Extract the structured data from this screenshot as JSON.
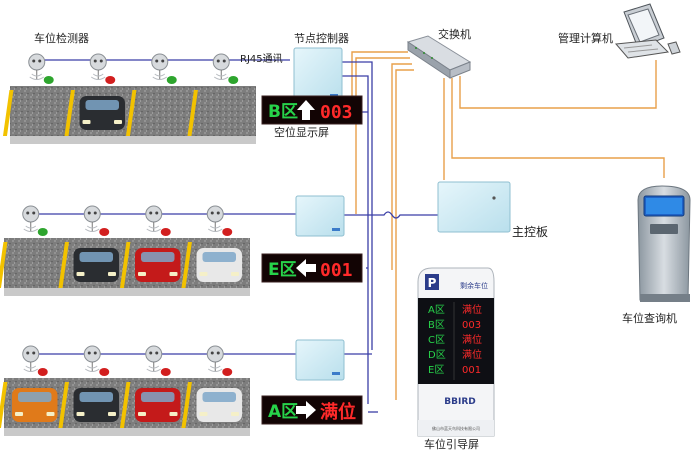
{
  "labels": {
    "detector": "车位检测器",
    "node_controller": "节点控制器",
    "rj45": "RJ45通讯",
    "vacancy_display": "空位显示屏",
    "switch": "交换机",
    "mgmt_computer": "管理计算机",
    "main_board": "主控板",
    "query_kiosk": "车位查询机",
    "guide_screen": "车位引导屏"
  },
  "displays": [
    {
      "zone": "B区",
      "arrow": "up",
      "value": "003",
      "value_color": "#ff2a2a"
    },
    {
      "zone": "E区",
      "arrow": "left",
      "value": "001",
      "value_color": "#ff2a2a"
    },
    {
      "zone": "A区",
      "arrow": "right",
      "value": "满位",
      "value_color": "#ff2a2a"
    }
  ],
  "guide": {
    "title": "剩余车位",
    "brand": "BBIRD",
    "footer": "佛山市蓝天鸟科技有限公司",
    "rows": [
      {
        "zone": "A区",
        "value": "满位"
      },
      {
        "zone": "B区",
        "value": "003"
      },
      {
        "zone": "C区",
        "value": "满位"
      },
      {
        "zone": "D区",
        "value": "满位"
      },
      {
        "zone": "E区",
        "value": "001"
      }
    ]
  },
  "rows": [
    {
      "cars": [
        "empty",
        "black",
        "empty",
        "empty"
      ],
      "lights": [
        "green",
        "red",
        "green",
        "green"
      ]
    },
    {
      "cars": [
        "empty",
        "black",
        "red",
        "white"
      ],
      "lights": [
        "green",
        "red",
        "red",
        "red"
      ]
    },
    {
      "cars": [
        "orange",
        "black",
        "red",
        "white"
      ],
      "lights": [
        "red",
        "red",
        "red",
        "red"
      ]
    }
  ],
  "colors": {
    "wire_blue": "#3b3fa6",
    "wire_orange": "#e8a04a",
    "led_green": "#27d34a",
    "led_red": "#ff2a2a",
    "led_bg": "#120404"
  }
}
